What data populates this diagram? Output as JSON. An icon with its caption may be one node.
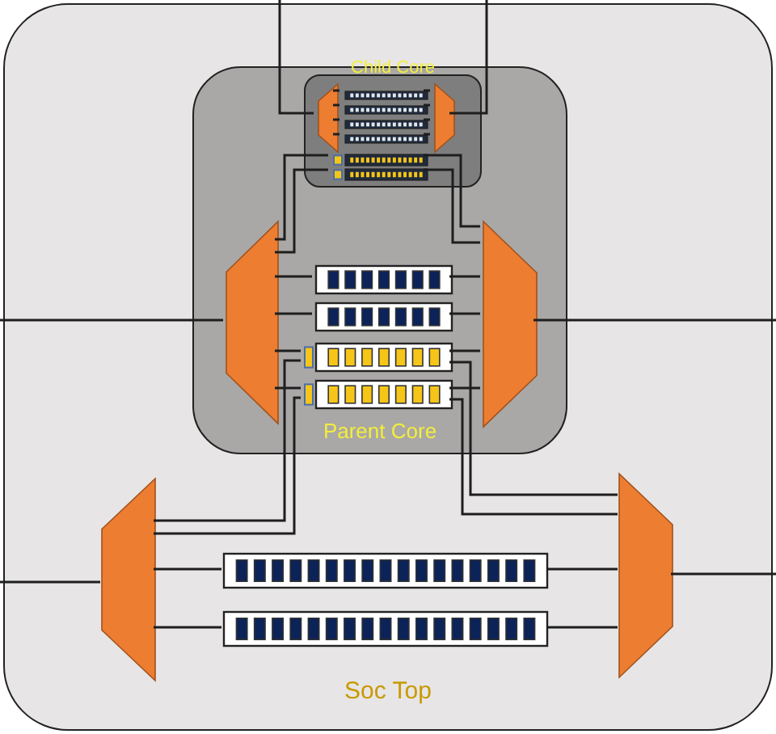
{
  "diagram": {
    "nodes": [
      {
        "text": [
          "Soc Top"
        ]
      },
      {
        "text": [
          "Parent Core"
        ],
        "in": 0
      },
      {
        "text": [
          "Child Core"
        ],
        "in": 1
      },
      {
        "text": [],
        "shape": "trapezoid",
        "in": 2
      },
      {
        "text": [],
        "shape": "trapezoid",
        "in": 2
      },
      {
        "text": [],
        "shape": "bar",
        "in": 2
      },
      {
        "text": [],
        "shape": "bar",
        "in": 2
      },
      {
        "text": [],
        "shape": "bar",
        "in": 2
      },
      {
        "text": [],
        "shape": "bar",
        "in": 2
      },
      {
        "text": [],
        "shape": "bar",
        "in": 2
      },
      {
        "text": [],
        "shape": "bar",
        "in": 2
      },
      {
        "text": [],
        "shape": "trapezoid",
        "in": 1
      },
      {
        "text": [],
        "shape": "trapezoid",
        "in": 1
      },
      {
        "text": [],
        "shape": "bar",
        "in": 1
      },
      {
        "text": [],
        "shape": "bar",
        "in": 1
      },
      {
        "text": [],
        "shape": "bar",
        "in": 1
      },
      {
        "text": [],
        "shape": "bar",
        "in": 1
      },
      {
        "text": [],
        "shape": "trapezoid",
        "in": 0
      },
      {
        "text": [],
        "shape": "trapezoid",
        "in": 0
      },
      {
        "text": [],
        "shape": "bar",
        "in": 0
      },
      {
        "text": [],
        "shape": "bar",
        "in": 0
      }
    ],
    "edges": [
      {
        "from": null,
        "to": 3,
        "arrow": "none"
      },
      {
        "from": 3,
        "to": 5,
        "arrow": "none"
      },
      {
        "from": 3,
        "to": 6,
        "arrow": "none"
      },
      {
        "from": 3,
        "to": 7,
        "arrow": "none"
      },
      {
        "from": 3,
        "to": 8,
        "arrow": "none"
      },
      {
        "from": 5,
        "to": 4,
        "arrow": "none"
      },
      {
        "from": 6,
        "to": 4,
        "arrow": "none"
      },
      {
        "from": 7,
        "to": 4,
        "arrow": "none"
      },
      {
        "from": 8,
        "to": 4,
        "arrow": "none"
      },
      {
        "from": 4,
        "to": null,
        "arrow": "none"
      },
      {
        "from": null,
        "to": 11,
        "arrow": "none"
      },
      {
        "from": 11,
        "to": 9,
        "arrow": "none"
      },
      {
        "from": 11,
        "to": 10,
        "arrow": "none"
      },
      {
        "from": 11,
        "to": 13,
        "arrow": "none"
      },
      {
        "from": 11,
        "to": 14,
        "arrow": "none"
      },
      {
        "from": 11,
        "to": 15,
        "arrow": "none"
      },
      {
        "from": 11,
        "to": 16,
        "arrow": "none"
      },
      {
        "from": 13,
        "to": 12,
        "arrow": "none"
      },
      {
        "from": 14,
        "to": 12,
        "arrow": "none"
      },
      {
        "from": 15,
        "to": 12,
        "arrow": "none"
      },
      {
        "from": 16,
        "to": 12,
        "arrow": "none"
      },
      {
        "from": 9,
        "to": 12,
        "arrow": "none"
      },
      {
        "from": 10,
        "to": 12,
        "arrow": "none"
      },
      {
        "from": 12,
        "to": null,
        "arrow": "none"
      },
      {
        "from": null,
        "to": 17,
        "arrow": "none"
      },
      {
        "from": 17,
        "to": 15,
        "arrow": "none"
      },
      {
        "from": 17,
        "to": 16,
        "arrow": "none"
      },
      {
        "from": 17,
        "to": 19,
        "arrow": "none"
      },
      {
        "from": 17,
        "to": 20,
        "arrow": "none"
      },
      {
        "from": 19,
        "to": 18,
        "arrow": "none"
      },
      {
        "from": 20,
        "to": 18,
        "arrow": "none"
      },
      {
        "from": 15,
        "to": 18,
        "arrow": "none"
      },
      {
        "from": 16,
        "to": 18,
        "arrow": "none"
      },
      {
        "from": 18,
        "to": null,
        "arrow": "none"
      }
    ]
  }
}
